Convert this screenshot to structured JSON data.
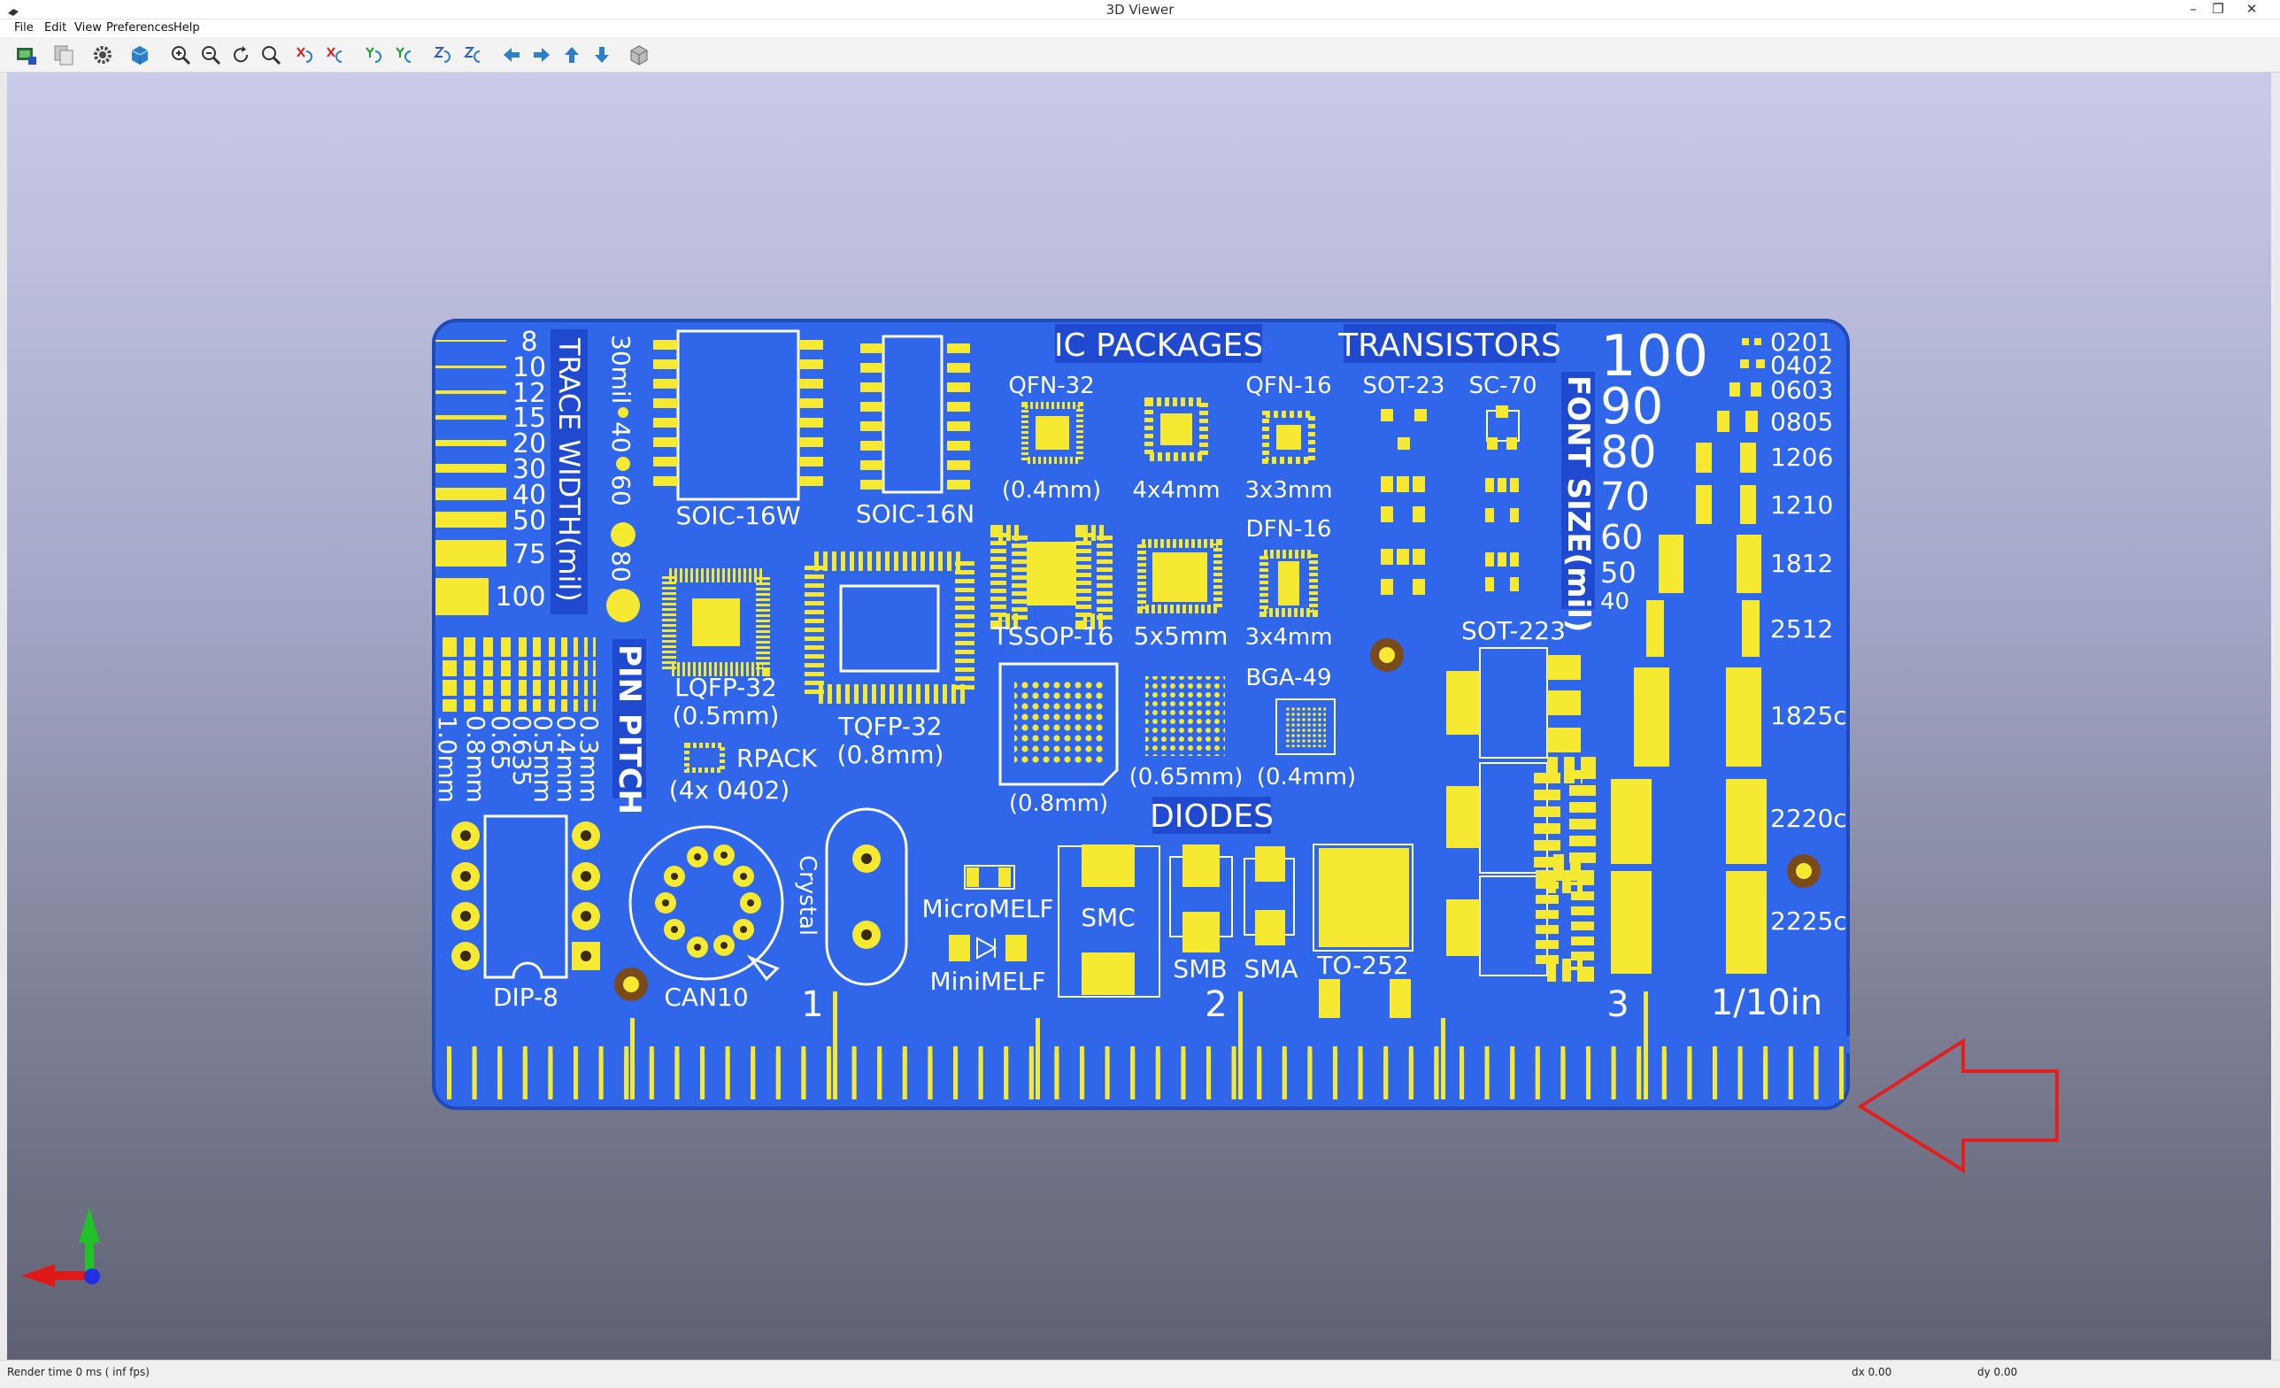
{
  "window": {
    "title": "3D Viewer",
    "minimize": "–",
    "maximize": "❐",
    "close": "✕"
  },
  "menu": [
    "File",
    "Edit",
    "View",
    "Preferences",
    "Help"
  ],
  "toolbar": [
    "reload-board",
    "copy-image",
    "settings",
    "toggle-orthographic",
    "zoom-in",
    "zoom-out",
    "redraw",
    "zoom-to-fit",
    "rotate-x-cw",
    "rotate-x-ccw",
    "rotate-y-cw",
    "rotate-y-ccw",
    "rotate-z-cw",
    "rotate-z-ccw",
    "pan-left",
    "pan-right",
    "pan-up",
    "pan-down",
    "toggle-3d-box"
  ],
  "colors": {
    "board": "#2f66ea",
    "copper": "#f5ea31",
    "silk": "#ffffff",
    "arrow": "#e02020"
  },
  "board": {
    "headers": {
      "ic": "IC PACKAGES",
      "transistors": "TRANSISTORS",
      "diodes": "DIODES",
      "trace_width": "TRACE WIDTH(mil)",
      "font_size": "FONT SIZE(mil)",
      "pin_pitch": "PIN PITCH"
    },
    "trace_widths": [
      "8",
      "10",
      "12",
      "15",
      "20",
      "30",
      "40",
      "50",
      "75",
      "100"
    ],
    "trace_column": [
      "30mil",
      "40",
      "60",
      "80"
    ],
    "pitches": [
      "1.0mm",
      "0.8mm",
      "0.65",
      "0.635",
      "0.5mm",
      "0.4mm",
      "0.3mm"
    ],
    "font_sizes": [
      "100",
      "90",
      "80",
      "70",
      "60",
      "50",
      "40"
    ],
    "passives": [
      "0201",
      "0402",
      "0603",
      "0805",
      "1206",
      "1210",
      "1812",
      "2512",
      "1825c",
      "2220c",
      "2225c"
    ],
    "packages": {
      "soic16w": "SOIC-16W",
      "soic16n": "SOIC-16N",
      "qfn32": "QFN-32",
      "qfn32_pitch": "(0.4mm)",
      "qfn_4x4": "4x4mm",
      "qfn16": "QFN-16",
      "qfn16_size": "3x3mm",
      "sot23": "SOT-23",
      "sc70": "SC-70",
      "tssop16": "TSSOP-16",
      "qfn_5x5": "5x5mm",
      "dfn16": "DFN-16",
      "dfn16_size": "3x4mm",
      "sot223": "SOT-223",
      "lqfp32": "LQFP-32",
      "lqfp32_pitch": "(0.5mm)",
      "tqfp32": "TQFP-32",
      "tqfp32_pitch": "(0.8mm)",
      "rpack": "RPACK",
      "rpack_desc": "(4x 0402)",
      "bga49": "BGA-49",
      "bga_pitch_1": "(0.8mm)",
      "bga_pitch_2": "(0.65mm)",
      "bga_pitch_3": "(0.4mm)",
      "dip8": "DIP-8",
      "can10": "CAN10",
      "crystal": "Crystal",
      "micromelf": "MicroMELF",
      "minimelf": "MiniMELF",
      "smc": "SMC",
      "smb": "SMB",
      "sma": "SMA",
      "to252": "TO-252"
    },
    "ruler": {
      "mark1": "1",
      "mark2": "2",
      "mark3": "3",
      "unit": "1/10in"
    }
  },
  "status": {
    "render_time": "Render time 0 ms ( inf fps)",
    "dx": "dx 0.00",
    "dy": "dy 0.00"
  }
}
